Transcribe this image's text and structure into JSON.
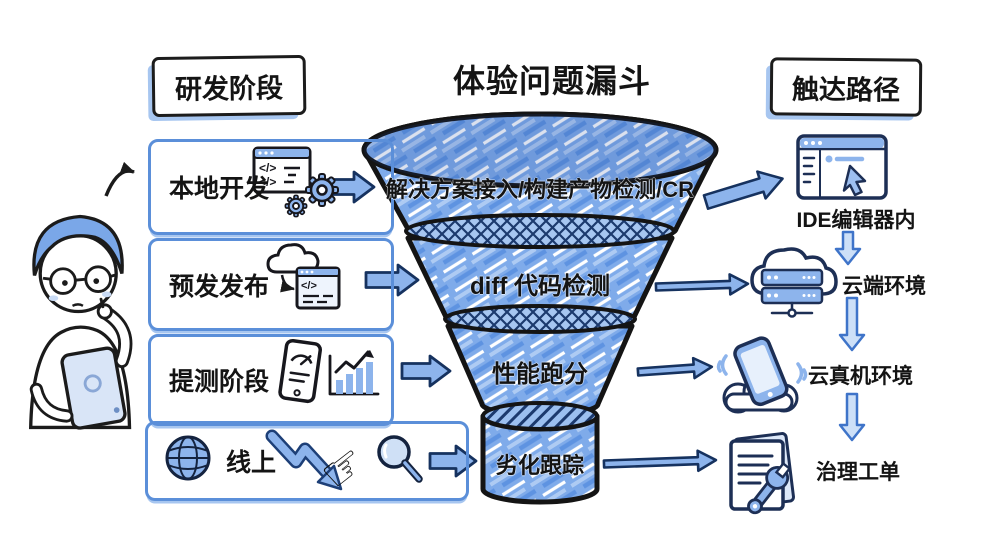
{
  "title": "体验问题漏斗",
  "headers": {
    "left": "研发阶段",
    "right": "触达路径"
  },
  "stages": [
    {
      "label": "本地开发",
      "icons": [
        "code-window-icon",
        "gears-icon"
      ]
    },
    {
      "label": "预发发布",
      "icons": [
        "cloud-upload-icon",
        "code-window-icon"
      ]
    },
    {
      "label": "提测阶段",
      "icons": [
        "phone-benchmark-icon",
        "rising-chart-icon"
      ]
    },
    {
      "label": "线上",
      "icons": [
        "globe-icon",
        "decline-zigzag-arrow-icon",
        "pointing-hand-icon",
        "magnifier-icon"
      ]
    }
  ],
  "funnel": {
    "levels": [
      {
        "label": "解决方案接入/构建产物检测/CR"
      },
      {
        "label": "diff 代码检测"
      },
      {
        "label": "性能跑分"
      },
      {
        "label": "劣化跟踪"
      }
    ]
  },
  "paths": [
    {
      "label": "IDE编辑器内",
      "icon": "ide-window-icon"
    },
    {
      "label": "云端环境",
      "icon": "cloud-server-icon"
    },
    {
      "label": "云真机环境",
      "icon": "phone-on-cloud-icon"
    },
    {
      "label": "治理工单",
      "icon": "document-wrench-icon"
    }
  ],
  "glyphs": {
    "code": "</>",
    "hand": "☞"
  },
  "colors": {
    "funnel_blue": "#7FABEA",
    "outline_black": "#141414",
    "box_border_blue": "#5B8FD9",
    "band_navy": "#1C3A6E",
    "icon_blue": "#8DB4EC",
    "arrow_light_fill": "#CDE0F8"
  }
}
